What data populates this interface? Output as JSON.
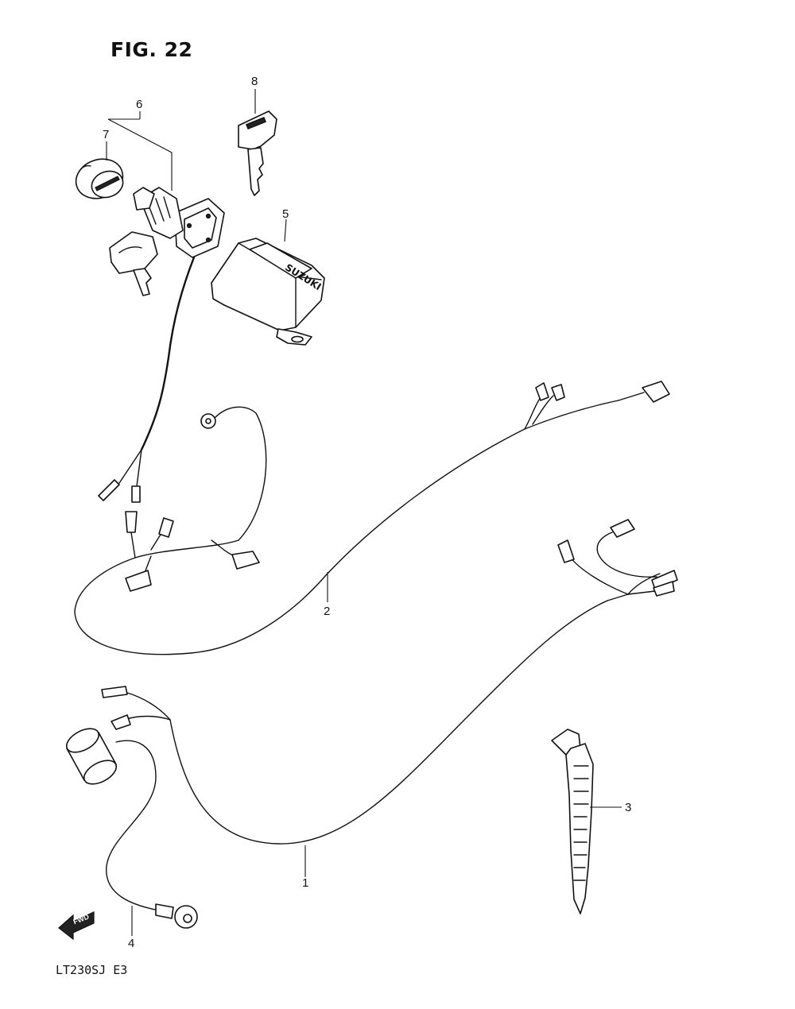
{
  "figure": {
    "title": "FIG. 22",
    "model_code": "LT230SJ  E3",
    "fwd_label": "FWD"
  },
  "callouts": [
    {
      "id": "1",
      "label": "1"
    },
    {
      "id": "2",
      "label": "2"
    },
    {
      "id": "3",
      "label": "3"
    },
    {
      "id": "4",
      "label": "4"
    },
    {
      "id": "5",
      "label": "5"
    },
    {
      "id": "6",
      "label": "6"
    },
    {
      "id": "7",
      "label": "7"
    },
    {
      "id": "8",
      "label": "8"
    }
  ],
  "part_markings": {
    "box_brand": "SUZUKI"
  },
  "colors": {
    "ink": "#111111",
    "paper": "#ffffff"
  }
}
